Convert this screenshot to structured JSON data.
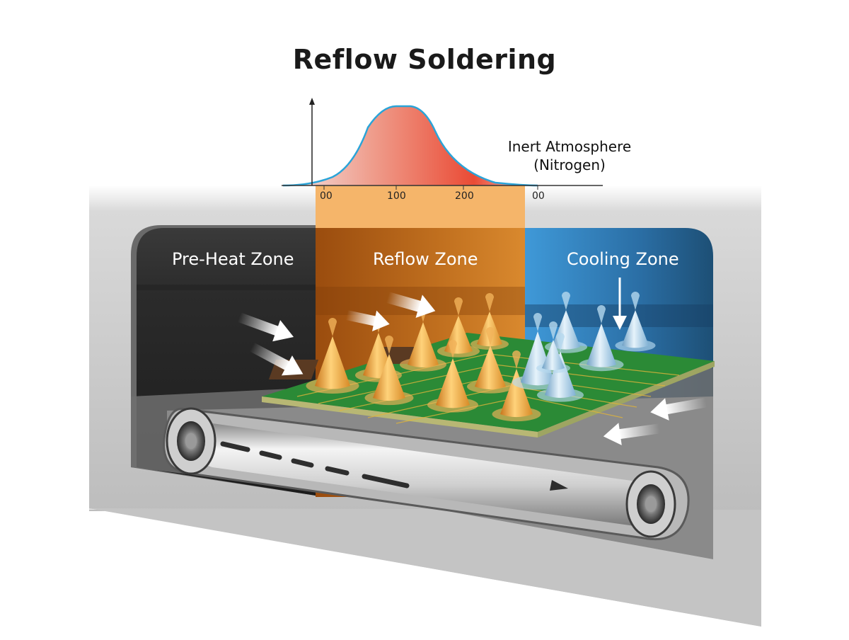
{
  "title": "Reflow Soldering",
  "atmosphere": {
    "line1": "Inert Atmosphere",
    "line2": "(Nitrogen)"
  },
  "zones": [
    {
      "label": "Pre-Heat Zone",
      "color": "#2a2a2a"
    },
    {
      "label": "Reflow Zone",
      "color": "#c8741e"
    },
    {
      "label": "Cooling Zone",
      "color": "#3a8fd0"
    }
  ],
  "profile": {
    "tick_labels": [
      "00",
      "100",
      "200",
      "00"
    ],
    "curve_color": "#2aa4d8",
    "fill_start": "#f0d6d6",
    "fill_end": "#e8382a"
  },
  "colors": {
    "reflow_band": "#f5b56a",
    "solder_hot": "#f2a43a",
    "solder_cool": "#a9cfe8",
    "pcb": "#1f7a2c"
  },
  "conveyor": {
    "direction": "left-to-right"
  }
}
